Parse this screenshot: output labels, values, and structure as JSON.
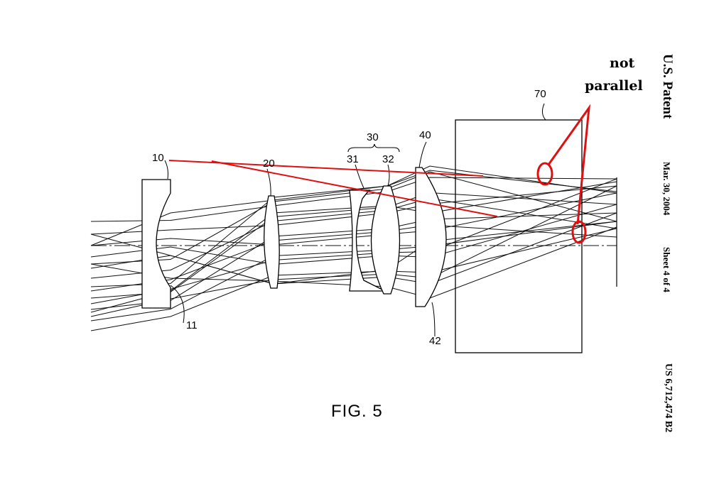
{
  "figure": {
    "caption": "FIG. 5",
    "labels": {
      "l10": "10",
      "l11": "11",
      "l20": "20",
      "l30": "30",
      "l31": "31",
      "l32": "32",
      "l40": "40",
      "l42": "42",
      "l70": "70"
    },
    "annotation": {
      "line1": "not",
      "line2": "parallel",
      "color": "#e01010"
    }
  },
  "patent_header": {
    "title": "U.S. Patent",
    "date": "Mar. 30, 2004",
    "sheet": "Sheet 4 of 4",
    "number": "US 6,712,474 B2"
  }
}
